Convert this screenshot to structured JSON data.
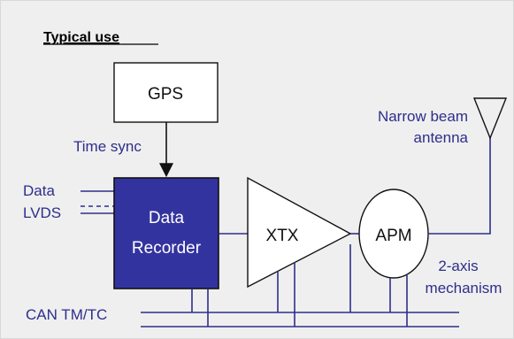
{
  "title": "Typical use",
  "blocks": {
    "gps": "GPS",
    "recorder_line1": "Data",
    "recorder_line2": "Recorder",
    "xtx": "XTX",
    "apm": "APM"
  },
  "labels": {
    "time_sync": "Time sync",
    "data": "Data",
    "lvds": "LVDS",
    "antenna_line1": "Narrow beam",
    "antenna_line2": "antenna",
    "mech_line1": "2-axis",
    "mech_line2": "mechanism",
    "can": "CAN TM/TC"
  },
  "colors": {
    "recorder_fill": "#3333a0",
    "wire": "#2e2e8c",
    "background": "#efefef"
  }
}
